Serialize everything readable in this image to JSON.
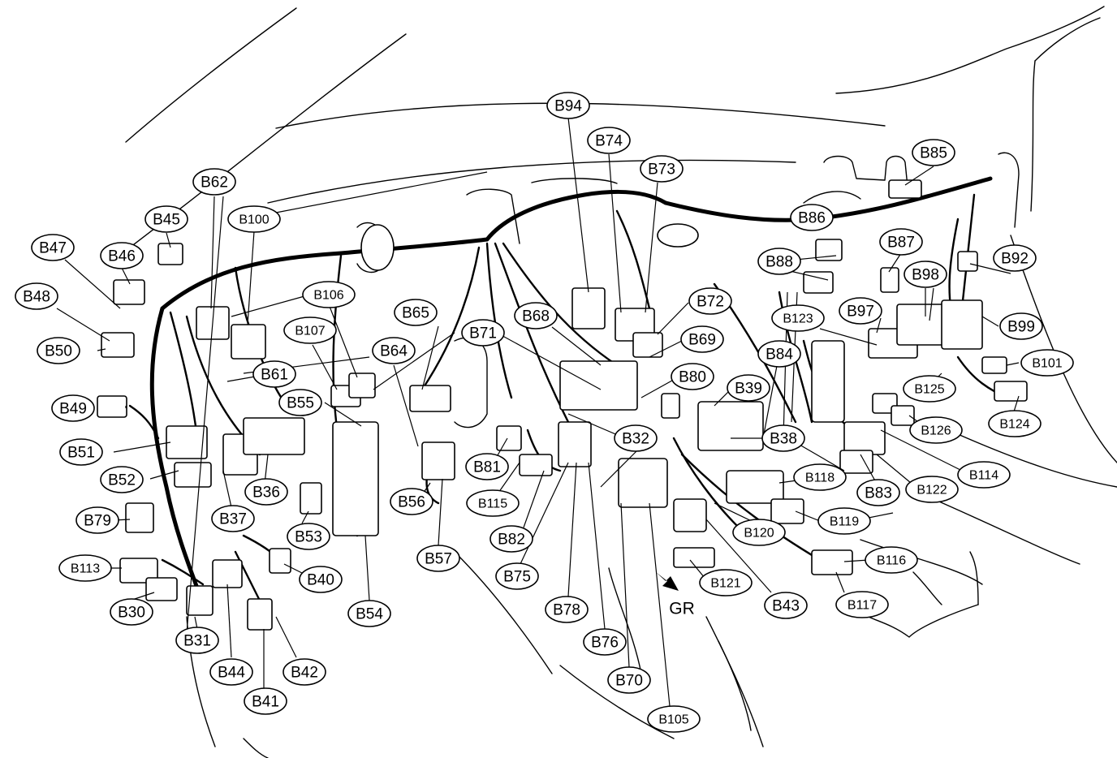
{
  "callouts": [
    {
      "id": "B94",
      "label": "B94"
    },
    {
      "id": "B74",
      "label": "B74"
    },
    {
      "id": "B73",
      "label": "B73"
    },
    {
      "id": "B85",
      "label": "B85"
    },
    {
      "id": "B62",
      "label": "B62"
    },
    {
      "id": "B100",
      "label": "B100"
    },
    {
      "id": "B45",
      "label": "B45"
    },
    {
      "id": "B86",
      "label": "B86"
    },
    {
      "id": "B47",
      "label": "B47"
    },
    {
      "id": "B46",
      "label": "B46"
    },
    {
      "id": "B87",
      "label": "B87"
    },
    {
      "id": "B88",
      "label": "B88"
    },
    {
      "id": "B92",
      "label": "B92"
    },
    {
      "id": "B98",
      "label": "B98"
    },
    {
      "id": "B48",
      "label": "B48"
    },
    {
      "id": "B106",
      "label": "B106"
    },
    {
      "id": "B72",
      "label": "B72"
    },
    {
      "id": "B65",
      "label": "B65"
    },
    {
      "id": "B68",
      "label": "B68"
    },
    {
      "id": "B123",
      "label": "B123"
    },
    {
      "id": "B97",
      "label": "B97"
    },
    {
      "id": "B99",
      "label": "B99"
    },
    {
      "id": "B50",
      "label": "B50"
    },
    {
      "id": "B107",
      "label": "B107"
    },
    {
      "id": "B71",
      "label": "B71"
    },
    {
      "id": "B64",
      "label": "B64"
    },
    {
      "id": "B69",
      "label": "B69"
    },
    {
      "id": "B84",
      "label": "B84"
    },
    {
      "id": "B101",
      "label": "B101"
    },
    {
      "id": "B61",
      "label": "B61"
    },
    {
      "id": "B80",
      "label": "B80"
    },
    {
      "id": "B39",
      "label": "B39"
    },
    {
      "id": "B125",
      "label": "B125"
    },
    {
      "id": "B49",
      "label": "B49"
    },
    {
      "id": "B55",
      "label": "B55"
    },
    {
      "id": "B124",
      "label": "B124"
    },
    {
      "id": "B126",
      "label": "B126"
    },
    {
      "id": "B38",
      "label": "B38"
    },
    {
      "id": "B32",
      "label": "B32"
    },
    {
      "id": "B51",
      "label": "B51"
    },
    {
      "id": "B81",
      "label": "B81"
    },
    {
      "id": "B52",
      "label": "B52"
    },
    {
      "id": "B36",
      "label": "B36"
    },
    {
      "id": "B118",
      "label": "B118"
    },
    {
      "id": "B114",
      "label": "B114"
    },
    {
      "id": "B56",
      "label": "B56"
    },
    {
      "id": "B115",
      "label": "B115"
    },
    {
      "id": "B83",
      "label": "B83"
    },
    {
      "id": "B122",
      "label": "B122"
    },
    {
      "id": "B79",
      "label": "B79"
    },
    {
      "id": "B37",
      "label": "B37"
    },
    {
      "id": "B119",
      "label": "B119"
    },
    {
      "id": "B53",
      "label": "B53"
    },
    {
      "id": "B82",
      "label": "B82"
    },
    {
      "id": "B120",
      "label": "B120"
    },
    {
      "id": "B57",
      "label": "B57"
    },
    {
      "id": "B116",
      "label": "B116"
    },
    {
      "id": "B113",
      "label": "B113"
    },
    {
      "id": "B40",
      "label": "B40"
    },
    {
      "id": "B75",
      "label": "B75"
    },
    {
      "id": "B121",
      "label": "B121"
    },
    {
      "id": "B30",
      "label": "B30"
    },
    {
      "id": "B54",
      "label": "B54"
    },
    {
      "id": "B78",
      "label": "B78"
    },
    {
      "id": "B43",
      "label": "B43"
    },
    {
      "id": "B117",
      "label": "B117"
    },
    {
      "id": "B31",
      "label": "B31"
    },
    {
      "id": "B76",
      "label": "B76"
    },
    {
      "id": "B44",
      "label": "B44"
    },
    {
      "id": "B42",
      "label": "B42"
    },
    {
      "id": "B70",
      "label": "B70"
    },
    {
      "id": "B41",
      "label": "B41"
    },
    {
      "id": "B105",
      "label": "B105"
    }
  ],
  "ground": {
    "label": "GR"
  }
}
